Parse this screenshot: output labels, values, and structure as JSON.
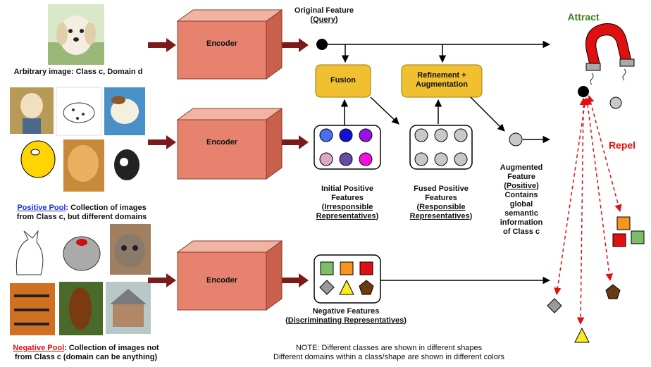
{
  "encoders": {
    "label": "Encoder"
  },
  "query": {
    "title": "Original Feature",
    "subtitle": "Query",
    "caption": "Arbitrary image: Class c, Domain d"
  },
  "fusion": {
    "label": "Fusion"
  },
  "refinement": {
    "line1": "Refinement +",
    "line2": "Augmentation"
  },
  "attract": {
    "label": "Attract",
    "color": "#3a7d22"
  },
  "repel": {
    "label": "Repel",
    "color": "#e01010"
  },
  "initial_positive": {
    "line1": "Initial Positive",
    "line2": "Features",
    "line3": "Irresponsible",
    "line4": "Representatives",
    "colors": [
      "#4a6ef0",
      "#1010d8",
      "#9a10e8",
      "#d8a8cc",
      "#6a4aa8",
      "#f010e0"
    ]
  },
  "fused_positive": {
    "line1": "Fused Positive",
    "line2": "Features",
    "line3": "Responsible",
    "line4": "Representatives"
  },
  "augmented": {
    "lines": [
      "Augmented",
      "Feature",
      "Positive",
      "Contains",
      "global",
      "semantic",
      "information",
      "of Class c"
    ]
  },
  "positive_pool": {
    "label": "Positive Pool",
    "rest": ": Collection of images",
    "line2": "from Class c, but different domains"
  },
  "negative_pool": {
    "label": "Negative Pool",
    "rest": ": Collection of images not",
    "line2": "from Class c (domain can be anything)"
  },
  "negative_features": {
    "line1": "Negative Features",
    "line2": "Discriminating Representatives"
  },
  "note": {
    "line1": "NOTE: Different classes are shown in different shapes",
    "line2": "Different domains within a class/shape are shown in different colors"
  },
  "colors": {
    "encoder_front": "#e6826e",
    "encoder_top": "#f2b4a2",
    "encoder_side": "#c8604c",
    "fusion_box": "#f0c030",
    "feature_gray": "#c8c8c8",
    "red_arrow": "#e01010",
    "dark_arrow": "#7a1a1a"
  }
}
